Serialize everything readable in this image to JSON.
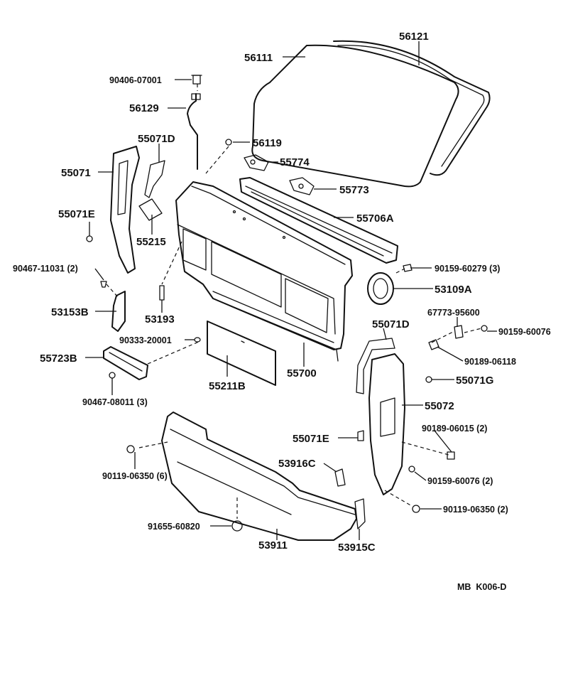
{
  "diagram": {
    "code": "MB  K006-D",
    "labels": [
      {
        "id": "p56121",
        "text": "56121"
      },
      {
        "id": "p56111",
        "text": "56111"
      },
      {
        "id": "p90406",
        "text": "90406-07001"
      },
      {
        "id": "p56129",
        "text": "56129"
      },
      {
        "id": "p56119",
        "text": "56119"
      },
      {
        "id": "p55071D_top",
        "text": "55071D"
      },
      {
        "id": "p55774",
        "text": "55774"
      },
      {
        "id": "p55071",
        "text": "55071"
      },
      {
        "id": "p55773",
        "text": "55773"
      },
      {
        "id": "p55071E_top",
        "text": "55071E"
      },
      {
        "id": "p55706A",
        "text": "55706A"
      },
      {
        "id": "p55215",
        "text": "55215"
      },
      {
        "id": "p90159_60279",
        "text": "90159-60279 (3)"
      },
      {
        "id": "p90467_11031",
        "text": "90467-11031 (2)"
      },
      {
        "id": "p53109A",
        "text": "53109A"
      },
      {
        "id": "p53153B",
        "text": "53153B"
      },
      {
        "id": "p53193",
        "text": "53193"
      },
      {
        "id": "p67773",
        "text": "67773-95600"
      },
      {
        "id": "p55071D_r",
        "text": "55071D"
      },
      {
        "id": "p90159_60076_a",
        "text": "90159-60076"
      },
      {
        "id": "p90333",
        "text": "90333-20001"
      },
      {
        "id": "p90189_06118",
        "text": "90189-06118"
      },
      {
        "id": "p55723B",
        "text": "55723B"
      },
      {
        "id": "p55700",
        "text": "55700"
      },
      {
        "id": "p55071G",
        "text": "55071G"
      },
      {
        "id": "p55211B",
        "text": "55211B"
      },
      {
        "id": "p90467_08011",
        "text": "90467-08011 (3)"
      },
      {
        "id": "p55072",
        "text": "55072"
      },
      {
        "id": "p90189_06015",
        "text": "90189-06015 (2)"
      },
      {
        "id": "p55071E_r",
        "text": "55071E"
      },
      {
        "id": "p90119_06350_6",
        "text": "90119-06350 (6)"
      },
      {
        "id": "p53916C",
        "text": "53916C"
      },
      {
        "id": "p90159_60076_2",
        "text": "90159-60076 (2)"
      },
      {
        "id": "p91655",
        "text": "91655-60820"
      },
      {
        "id": "p90119_06350_2",
        "text": "90119-06350 (2)"
      },
      {
        "id": "p53911",
        "text": "53911"
      },
      {
        "id": "p53915C",
        "text": "53915C"
      }
    ]
  }
}
